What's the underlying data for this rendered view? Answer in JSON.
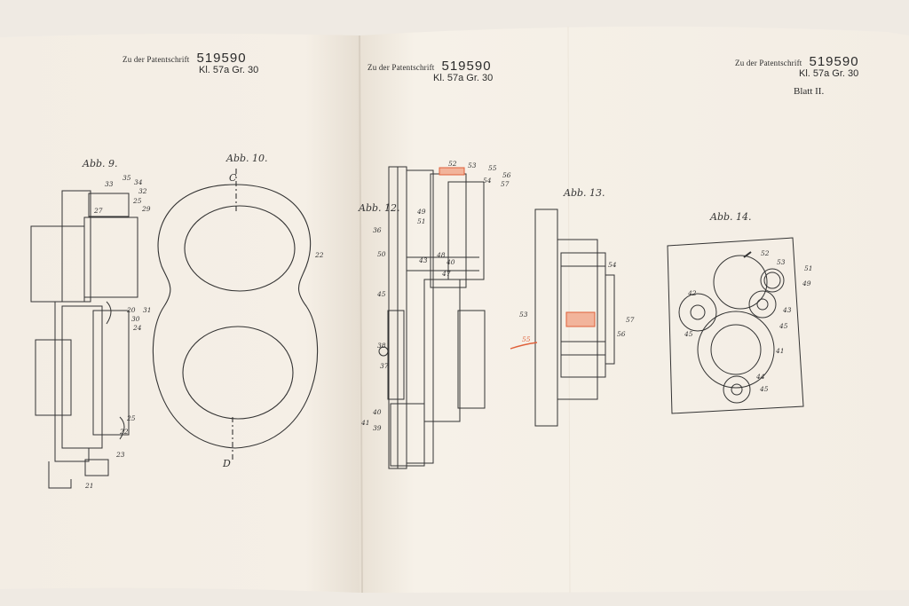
{
  "pages": [
    {
      "header_prefix": "Zu der Patentschrift",
      "patent_number": "519590",
      "classification": "Kl. 57a  Gr. 30",
      "sheet": ""
    },
    {
      "header_prefix": "Zu der Patentschrift",
      "patent_number": "519590",
      "classification": "Kl. 57a  Gr. 30",
      "sheet": ""
    },
    {
      "header_prefix": "Zu der Patentschrift",
      "patent_number": "519590",
      "classification": "Kl. 57a  Gr. 30",
      "sheet": "Blatt II."
    }
  ],
  "figures": {
    "abb9": "Abb. 9.",
    "abb10": "Abb. 10.",
    "abb12": "Abb. 12.",
    "abb13": "Abb. 13.",
    "abb14": "Abb. 14."
  },
  "section_marks": {
    "c": "C",
    "d": "D"
  },
  "refs_fig9": [
    "33",
    "35",
    "34",
    "32",
    "27",
    "25",
    "29",
    "20",
    "31",
    "30",
    "24",
    "25",
    "22",
    "23",
    "21"
  ],
  "refs_fig10": [
    "22"
  ],
  "refs_fig12": [
    "52",
    "53",
    "55",
    "56",
    "54",
    "57",
    "49",
    "51",
    "36",
    "50",
    "43",
    "48",
    "40",
    "47",
    "45",
    "38",
    "37",
    "40",
    "41",
    "39"
  ],
  "refs_fig13": [
    "54",
    "53",
    "57",
    "56",
    "55"
  ],
  "refs_fig14": [
    "52",
    "53",
    "51",
    "49",
    "42",
    "43",
    "45",
    "45",
    "41",
    "44",
    "45"
  ],
  "colors": {
    "paper": "#f6f1e9",
    "ink": "#2b2b2b",
    "red_pencil": "#e0603a",
    "background": "#efe9e1"
  }
}
